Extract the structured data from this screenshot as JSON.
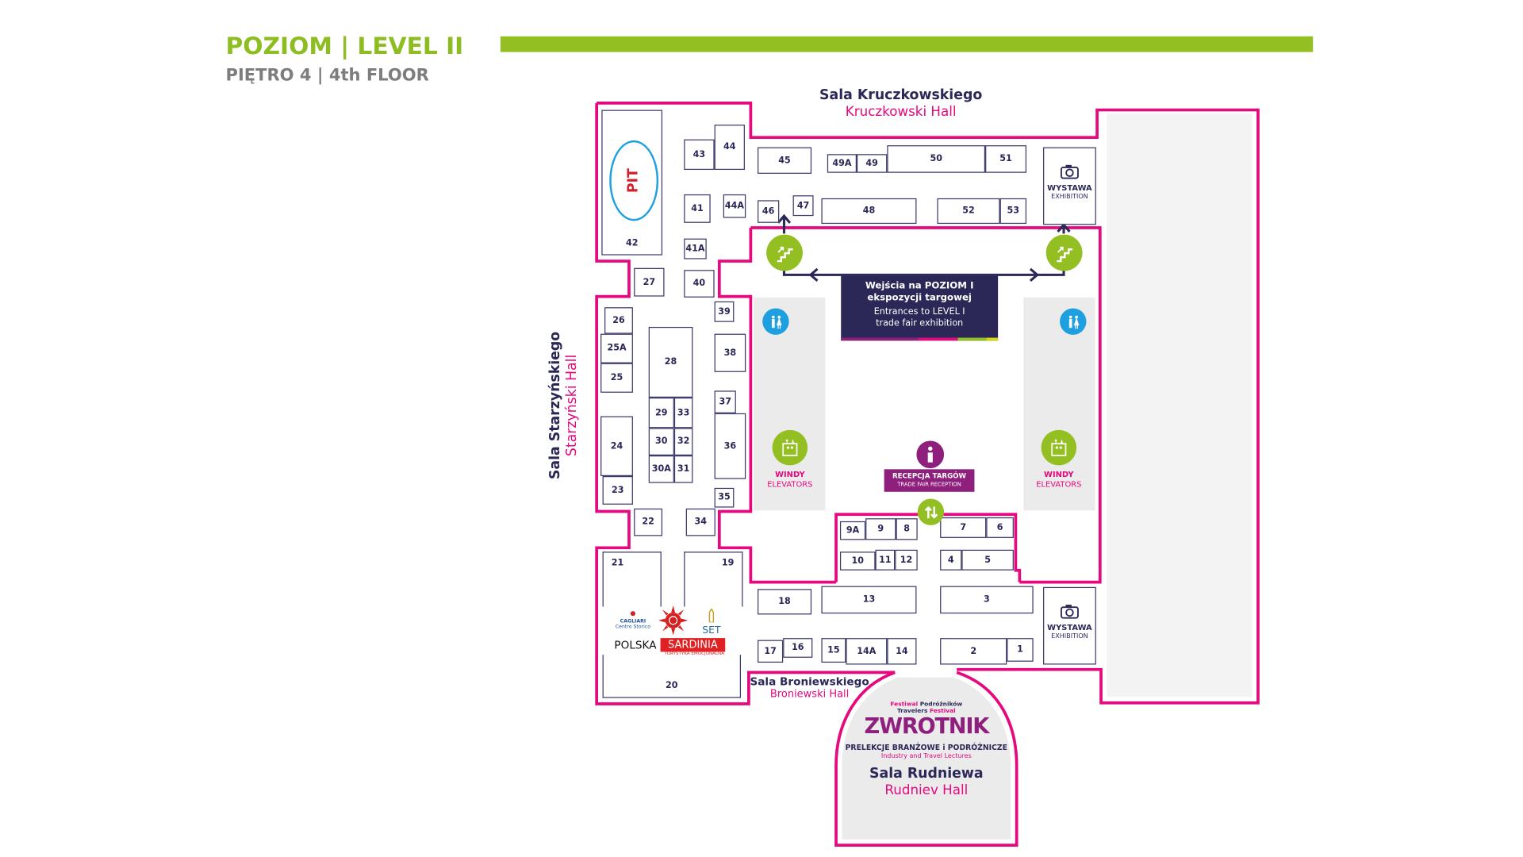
{
  "header": {
    "title": "POZIOM | LEVEL II",
    "subtitle": "PIĘTRO 4 | 4th FLOOR"
  },
  "colors": {
    "accent_green": "#93bf22",
    "wall_pink": "#e5087e",
    "navy": "#2b2858",
    "info_purple": "#8e1f7d",
    "wc_blue": "#1ea0e0",
    "grey_zone": "#ebebeb"
  },
  "halls": {
    "kruczkowski": {
      "pl": "Sala Kruczkowskiego",
      "en": "Kruczkowski Hall"
    },
    "starzynski": {
      "pl": "Sala Starzyńskiego",
      "en": "Starzyński Hall"
    },
    "broniewski": {
      "pl": "Sala Broniewskiego",
      "en": "Broniewski Hall"
    },
    "rudniew": {
      "pl": "Sala Rudniewa",
      "en": "Rudniev Hall"
    }
  },
  "stands": [
    "1",
    "2",
    "3",
    "4",
    "5",
    "6",
    "7",
    "8",
    "9",
    "9A",
    "10",
    "11",
    "12",
    "13",
    "14",
    "14A",
    "15",
    "16",
    "17",
    "18",
    "19",
    "20",
    "21",
    "22",
    "23",
    "24",
    "25",
    "25A",
    "26",
    "27",
    "28",
    "29",
    "30",
    "30A",
    "31",
    "32",
    "33",
    "34",
    "35",
    "36",
    "37",
    "38",
    "39",
    "40",
    "41",
    "41A",
    "42",
    "43",
    "44",
    "44A",
    "45",
    "46",
    "47",
    "48",
    "49",
    "49A",
    "50",
    "51",
    "52",
    "53"
  ],
  "entrance": {
    "pl_line1": "Wejścia na POZIOM I",
    "pl_line2": "ekspozycji targowej",
    "en_line1": "Entrances to LEVEL I",
    "en_line2": "trade fair exhibition"
  },
  "reception": {
    "pl": "RECEPCJA TARGÓW",
    "en": "TRADE FAIR RECEPTION",
    "icon": "info-icon"
  },
  "elevators": {
    "pl": "WINDY",
    "en": "ELEVATORS",
    "icon": "elevator-icon"
  },
  "exhibition": {
    "pl": "WYSTAWA",
    "en": "EXHIBITION",
    "icon": "camera-icon"
  },
  "icons": {
    "stairs": "stairs-icon",
    "wc": "wc-icon",
    "escalator": "escalator-icon"
  },
  "festival": {
    "line1_a": "Festiwal",
    "line1_b": "Podróżników",
    "line2_a": "Travelers",
    "line2_b": "Festival",
    "logo": "ZWROTNIK",
    "lectures_pl": "PRELEKCJE BRANŻOWE i PODRÓŻNICZE",
    "lectures_en": "Industry and Travel Lectures"
  },
  "logos": {
    "pit": "PIT",
    "cagliari_1": "CAGLIARI",
    "cagliari_2": "Centro Storico",
    "set": "SET",
    "polska": "POLSKA",
    "sardinia": "SARDINIA",
    "sardinia_tag": "TURYSTYKA EMOCJONALNA"
  }
}
